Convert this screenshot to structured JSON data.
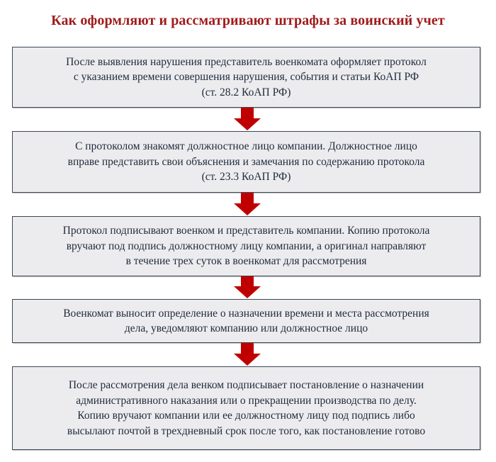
{
  "title": "Как оформляют и рассматривают штрафы за воинский учет",
  "colors": {
    "title": "#a01b1b",
    "box_fill": "#ececef",
    "box_border": "#3a4555",
    "arrow": "#c00000",
    "text": "#1f2a3a"
  },
  "steps": [
    {
      "text": "После выявления нарушения представитель военкомата оформляет протокол\nс указанием времени совершения нарушения, события и статьи КоАП РФ\n(ст. 28.2 КоАП РФ)"
    },
    {
      "text": "С протоколом знакомят должностное лицо компании. Должностное лицо\nвправе представить свои объяснения и замечания по содержанию протокола\n(ст. 23.3 КоАП РФ)"
    },
    {
      "text": "Протокол подписывают военком и представитель компании. Копию протокола\nвручают под подпись должностному лицу компании, а оригинал направляют\nв течение трех суток в военкомат для рассмотрения"
    },
    {
      "text": "Военкомат выносит определение о назначении времени и места рассмотрения\nдела, уведомляют компанию или должностное лицо"
    },
    {
      "text": "После рассмотрения дела венком подписывает постановление о назначении\nадминистративного наказания или о прекращении производства по делу.\nКопию вручают компании или ее должностному лицу под подпись либо\nвысылают почтой в трехдневный срок после того, как постановление готово"
    }
  ],
  "arrows": [
    {
      "icon": "down-arrow-icon"
    },
    {
      "icon": "down-arrow-icon"
    },
    {
      "icon": "down-arrow-icon"
    },
    {
      "icon": "down-arrow-icon"
    }
  ]
}
